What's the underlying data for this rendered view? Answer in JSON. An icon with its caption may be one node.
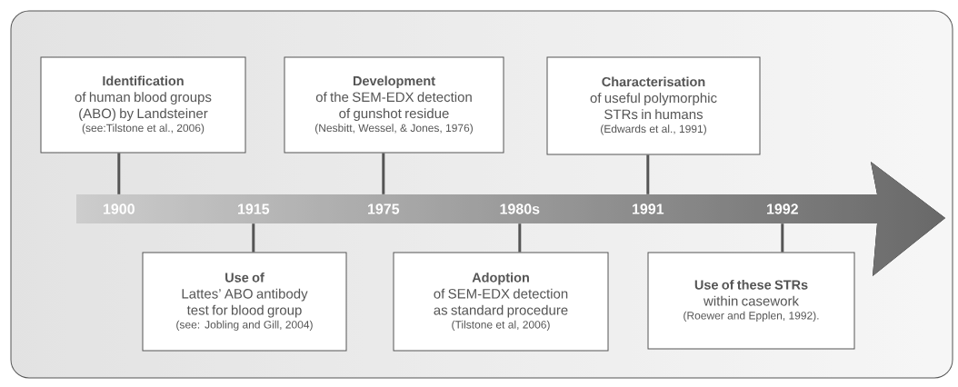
{
  "diagram": {
    "nodes": [
      {
        "text": [
          "Identification",
          "of human blood groups (ABO) by Landsteiner",
          "(see:Tilstone et al., 2006)"
        ]
      },
      {
        "text": [
          "Development",
          "of the SEM-EDX detection of gunshot residue",
          "(Nesbitt, Wessel, & Jones, 1976)"
        ]
      },
      {
        "text": [
          "Characterisation",
          "of useful polymorphic STRs in humans",
          "(Edwards et al., 1991)"
        ]
      },
      {
        "text": [],
        "shape": "arrow"
      },
      {
        "text": [
          "1900"
        ],
        "in": 3
      },
      {
        "text": [
          "1915"
        ],
        "in": 3
      },
      {
        "text": [
          "1975"
        ],
        "in": 3
      },
      {
        "text": [
          "1980s"
        ],
        "in": 3
      },
      {
        "text": [
          "1991"
        ],
        "in": 3
      },
      {
        "text": [
          "1992"
        ],
        "in": 3
      },
      {
        "text": [
          "Use of",
          "Lattes’ ABO antibody test for blood group",
          "(see: Jobling and Gill, 2004)"
        ]
      },
      {
        "text": [
          "Adoption",
          "of SEM-EDX detection as standard procedure",
          "(Tilstone et al, 2006)"
        ]
      },
      {
        "text": [
          "Use of these STRs",
          "within casework",
          "(Roewer and Epplen, 1992)."
        ]
      }
    ],
    "edges": [
      {
        "from": 0,
        "to": 4,
        "arrow": "none"
      },
      {
        "from": 10,
        "to": 5,
        "arrow": "none"
      },
      {
        "from": 1,
        "to": 6,
        "arrow": "none"
      },
      {
        "from": 11,
        "to": 7,
        "arrow": "none"
      },
      {
        "from": 2,
        "to": 8,
        "arrow": "none"
      },
      {
        "from": 12,
        "to": 9,
        "arrow": "none"
      }
    ]
  }
}
